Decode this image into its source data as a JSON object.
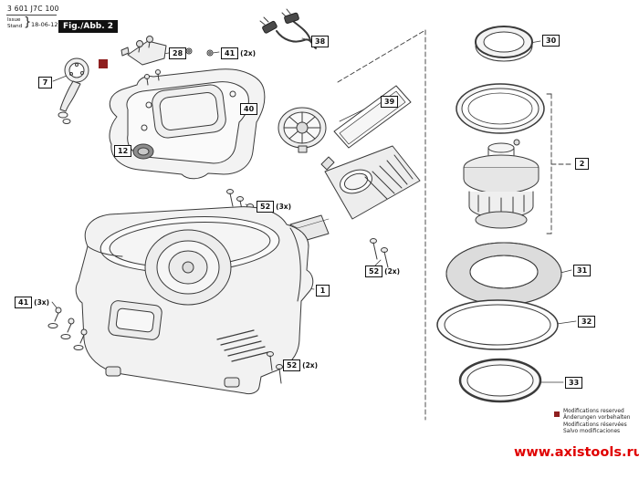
{
  "header": {
    "part_number": "3 601 J7C 100",
    "issue_label": "Issue",
    "stand_label": "Stand",
    "brace": "}",
    "date": "18-06-12",
    "figure_label": "Fig./Abb. 2"
  },
  "callouts": [
    {
      "num": "7"
    },
    {
      "num": "28"
    },
    {
      "num": "41",
      "qty": "(2x)"
    },
    {
      "num": "38"
    },
    {
      "num": "40"
    },
    {
      "num": "39"
    },
    {
      "num": "12"
    },
    {
      "num": "30"
    },
    {
      "num": "2"
    },
    {
      "num": "52",
      "qty": "(3x)"
    },
    {
      "num": "52",
      "qty": "(2x)"
    },
    {
      "num": "1"
    },
    {
      "num": "31"
    },
    {
      "num": "32"
    },
    {
      "num": "33"
    },
    {
      "num": "41",
      "qty": "(3x)"
    },
    {
      "num": "52",
      "qty": "(2x)"
    }
  ],
  "legend": {
    "modification_notes": [
      "Modifications reserved",
      "Änderungen vorbehalten",
      "Modifications réservées",
      "Salvo modificaciones"
    ]
  },
  "watermark": "www.axistools.ru",
  "colors": {
    "accent_red": "#e00000",
    "marker_red": "#8f1f1f",
    "figure_box_bg": "#111111",
    "line_color": "#3a3a3a"
  }
}
